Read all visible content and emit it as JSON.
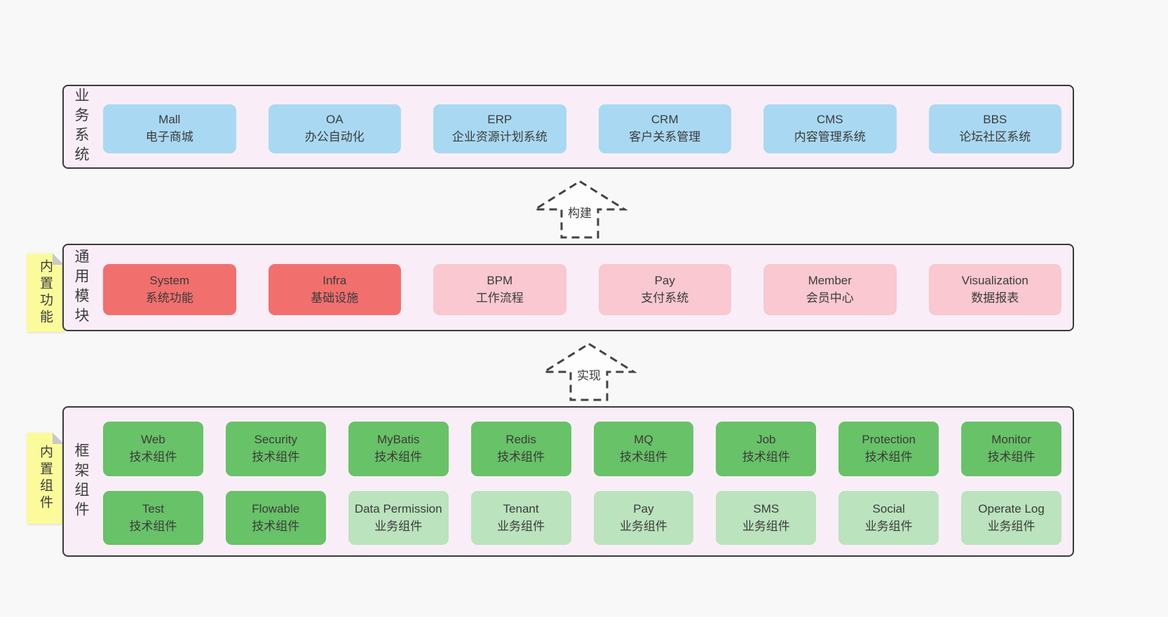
{
  "diagram": {
    "title_semantic": "yudao-architecture-diagram",
    "colors": {
      "page_bg": "#f8f8f8",
      "section_bg": "#f9eef7",
      "section_border": "#3a3a3a",
      "blue_box": "#a9d9f2",
      "red_box": "#f1706e",
      "pink_box": "#f9c8d0",
      "green_box": "#68c268",
      "light_green_box": "#bbe3bd",
      "sticky_yellow": "#fbfb9b",
      "sticky_fold_gray": "#c9c9c9",
      "text": "#3c3c3c"
    },
    "arrows": [
      {
        "label": "构建"
      },
      {
        "label": "实现"
      }
    ],
    "stickies": [
      {
        "label": "内置功能"
      },
      {
        "label": "内置组件"
      }
    ],
    "layers": {
      "business": {
        "label": "业务系统",
        "boxes": [
          {
            "en": "Mall",
            "zh": "电子商城",
            "variant": "blue"
          },
          {
            "en": "OA",
            "zh": "办公自动化",
            "variant": "blue"
          },
          {
            "en": "ERP",
            "zh": "企业资源计划系统",
            "variant": "blue"
          },
          {
            "en": "CRM",
            "zh": "客户关系管理",
            "variant": "blue"
          },
          {
            "en": "CMS",
            "zh": "内容管理系统",
            "variant": "blue"
          },
          {
            "en": "BBS",
            "zh": "论坛社区系统",
            "variant": "blue"
          }
        ]
      },
      "modules": {
        "label": "通用模块",
        "boxes": [
          {
            "en": "System",
            "zh": "系统功能",
            "variant": "red"
          },
          {
            "en": "Infra",
            "zh": "基础设施",
            "variant": "red"
          },
          {
            "en": "BPM",
            "zh": "工作流程",
            "variant": "pink"
          },
          {
            "en": "Pay",
            "zh": "支付系统",
            "variant": "pink"
          },
          {
            "en": "Member",
            "zh": "会员中心",
            "variant": "pink"
          },
          {
            "en": "Visualization",
            "zh": "数据报表",
            "variant": "pink"
          }
        ]
      },
      "components": {
        "label": "框架组件",
        "rows": [
          [
            {
              "en": "Web",
              "zh": "技术组件",
              "variant": "green"
            },
            {
              "en": "Security",
              "zh": "技术组件",
              "variant": "green"
            },
            {
              "en": "MyBatis",
              "zh": "技术组件",
              "variant": "green"
            },
            {
              "en": "Redis",
              "zh": "技术组件",
              "variant": "green"
            },
            {
              "en": "MQ",
              "zh": "技术组件",
              "variant": "green"
            },
            {
              "en": "Job",
              "zh": "技术组件",
              "variant": "green"
            },
            {
              "en": "Protection",
              "zh": "技术组件",
              "variant": "green"
            },
            {
              "en": "Monitor",
              "zh": "技术组件",
              "variant": "green"
            }
          ],
          [
            {
              "en": "Test",
              "zh": "技术组件",
              "variant": "green"
            },
            {
              "en": "Flowable",
              "zh": "技术组件",
              "variant": "green"
            },
            {
              "en": "Data Permission",
              "zh": "业务组件",
              "variant": "lightgreen"
            },
            {
              "en": "Tenant",
              "zh": "业务组件",
              "variant": "lightgreen"
            },
            {
              "en": "Pay",
              "zh": "业务组件",
              "variant": "lightgreen"
            },
            {
              "en": "SMS",
              "zh": "业务组件",
              "variant": "lightgreen"
            },
            {
              "en": "Social",
              "zh": "业务组件",
              "variant": "lightgreen"
            },
            {
              "en": "Operate Log",
              "zh": "业务组件",
              "variant": "lightgreen"
            }
          ]
        ]
      }
    }
  }
}
